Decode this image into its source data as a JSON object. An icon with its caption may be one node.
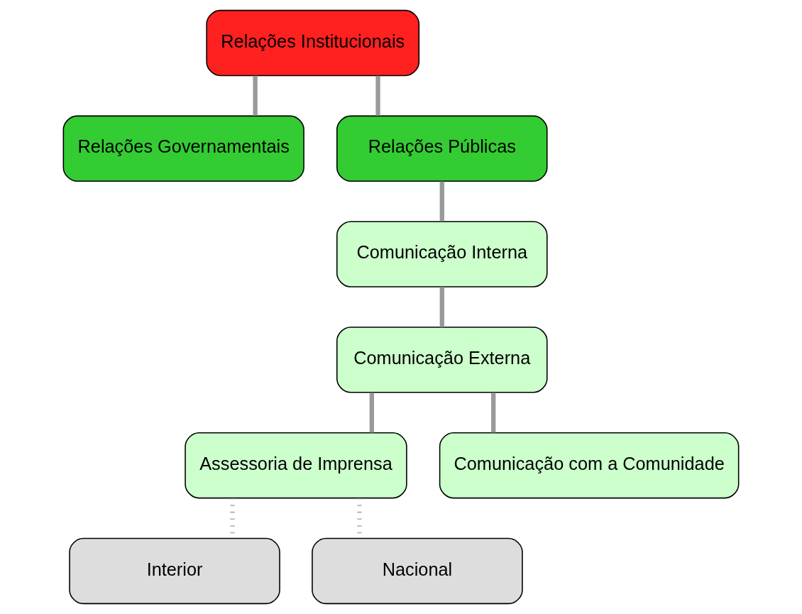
{
  "diagram": {
    "nodes": [
      {
        "text": [
          "Relações Institucionais"
        ]
      },
      {
        "text": [
          "Relações Governamentais"
        ]
      },
      {
        "text": [
          "Relações Públicas"
        ]
      },
      {
        "text": [
          "Comunicação Interna"
        ]
      },
      {
        "text": [
          "Comunicação Externa"
        ]
      },
      {
        "text": [
          "Assessoria de Imprensa"
        ]
      },
      {
        "text": [
          "Comunicação com a Comunidade"
        ]
      },
      {
        "text": [
          "Interior"
        ]
      },
      {
        "text": [
          "Nacional"
        ]
      }
    ],
    "edges": [
      {
        "from": 0,
        "to": 1,
        "arrow": "none"
      },
      {
        "from": 0,
        "to": 2,
        "arrow": "none"
      },
      {
        "from": 2,
        "to": 3,
        "arrow": "none"
      },
      {
        "from": 3,
        "to": 4,
        "arrow": "none"
      },
      {
        "from": 4,
        "to": 5,
        "arrow": "none"
      },
      {
        "from": 4,
        "to": 6,
        "arrow": "none"
      },
      {
        "from": 5,
        "to": 7,
        "arrow": "none",
        "style": "dashed"
      },
      {
        "from": 5,
        "to": 8,
        "arrow": "none",
        "style": "dashed"
      }
    ]
  }
}
